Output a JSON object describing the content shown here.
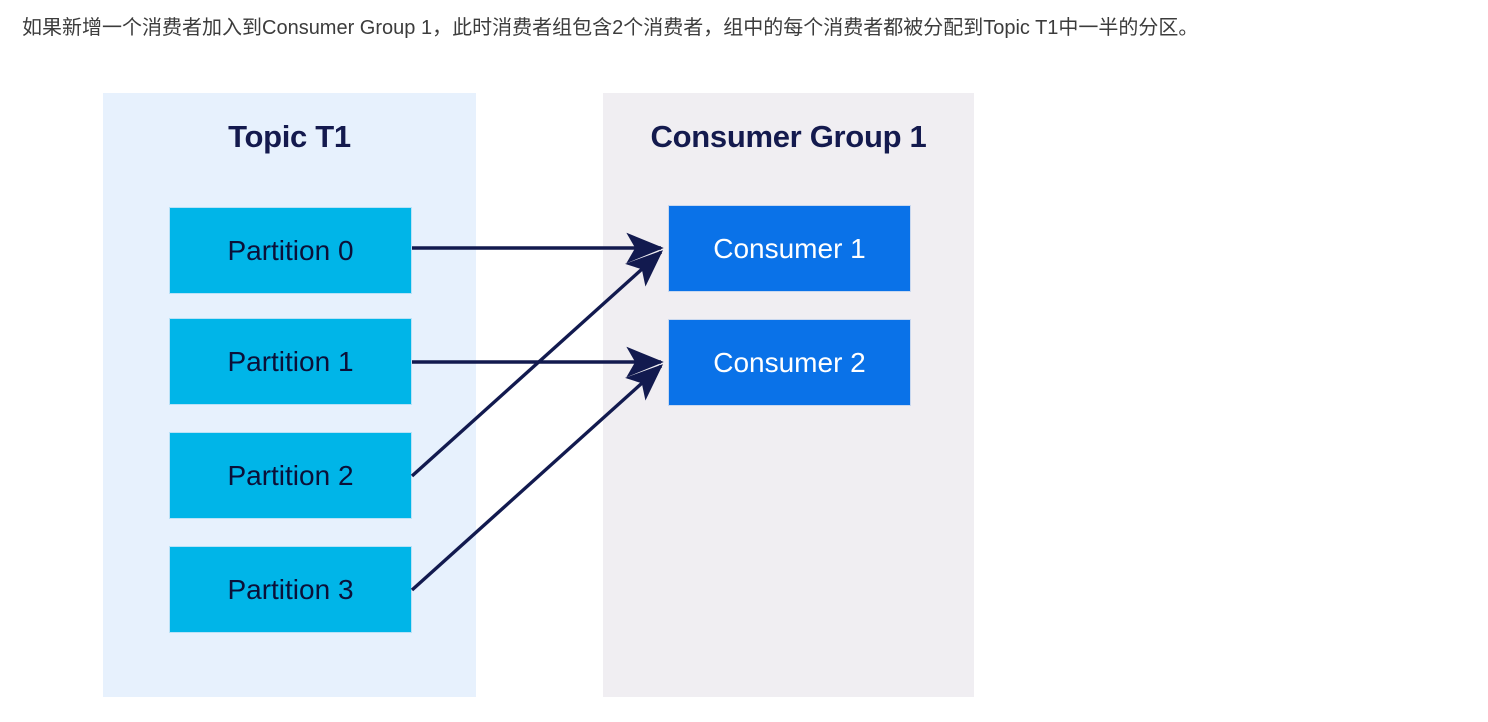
{
  "caption": {
    "text": "如果新增一个消费者加入到Consumer Group 1，此时消费者组包含2个消费者，组中的每个消费者都被分配到Topic T1中一半的分区。"
  },
  "diagram": {
    "type": "flow-diagram",
    "panels": {
      "topic": {
        "title": "Topic T1",
        "background_color": "#e7f1fd",
        "nodes": [
          {
            "label": "Partition 0",
            "color": "#00b5e8"
          },
          {
            "label": "Partition 1",
            "color": "#00b5e8"
          },
          {
            "label": "Partition 2",
            "color": "#00b5e8"
          },
          {
            "label": "Partition 3",
            "color": "#00b5e8"
          }
        ]
      },
      "consumer_group": {
        "title": "Consumer Group 1",
        "background_color": "#f0eef2",
        "nodes": [
          {
            "label": "Consumer 1",
            "color": "#0a72e8"
          },
          {
            "label": "Consumer 2",
            "color": "#0a72e8"
          }
        ]
      }
    },
    "arrow_color": "#121a4f",
    "connections": [
      {
        "from": "Partition 0",
        "to": "Consumer 1"
      },
      {
        "from": "Partition 1",
        "to": "Consumer 2"
      },
      {
        "from": "Partition 2",
        "to": "Consumer 1"
      },
      {
        "from": "Partition 3",
        "to": "Consumer 2"
      }
    ]
  }
}
